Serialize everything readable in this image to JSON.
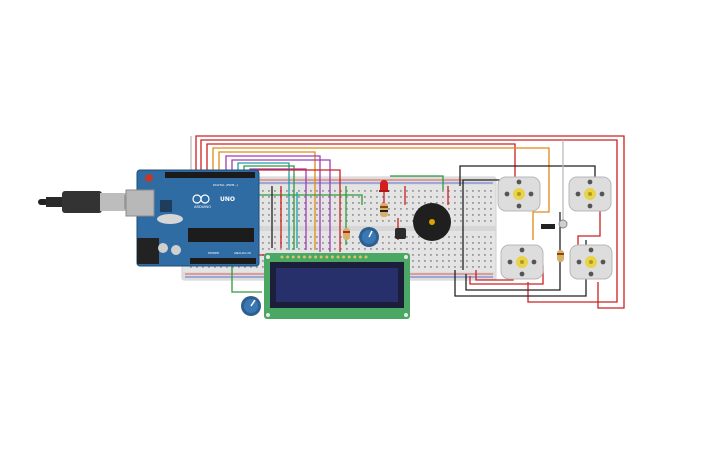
{
  "arduino": {
    "brand": "ARDUINO",
    "model": "UNO",
    "digital_label": "DIGITAL (PWM~)",
    "power_label": "POWER",
    "analog_label": "ANALOG IN"
  },
  "colors": {
    "board": "#2f6ca3",
    "breadboard": "#e4e4e4",
    "lcd_pcb": "#4aa864",
    "lcd_screen": "#27306b",
    "wire_red": "#cc2020",
    "wire_orange": "#e08a18",
    "wire_black": "#222222",
    "wire_green": "#2e9b3c",
    "wire_purple": "#a03cb4",
    "wire_teal": "#1e9ea6",
    "motor_body": "#dddddd",
    "motor_hub": "#e8d44a"
  },
  "components": [
    "usb-cable",
    "arduino-uno",
    "breadboard",
    "lcd-16x2",
    "potentiometer",
    "potentiometer",
    "piezo-buzzer",
    "red-led",
    "resistor",
    "dc-motor",
    "dc-motor",
    "dc-motor",
    "dc-motor",
    "transistor",
    "photoresistor"
  ]
}
